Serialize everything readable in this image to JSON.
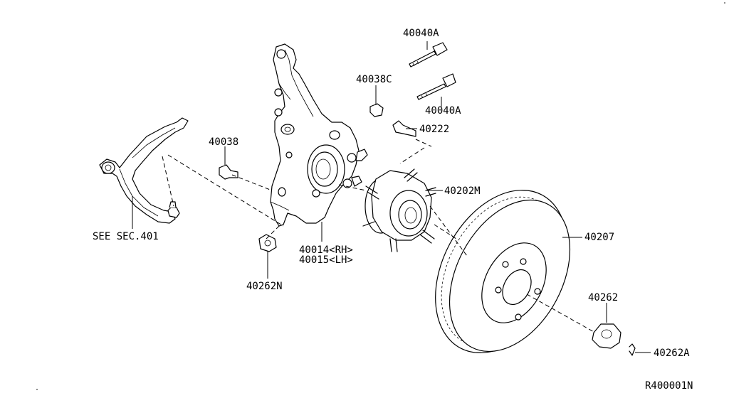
{
  "labels": {
    "p40040A_top": "40040A",
    "p40038C": "40038C",
    "p40040A_mid": "40040A",
    "p40222": "40222",
    "p40038": "40038",
    "p40202M": "40202M",
    "p40207": "40207",
    "see_sec": "SEE SEC.401",
    "p40014": "40014<RH>",
    "p40015": "40015<LH>",
    "p40262N": "40262N",
    "p40262": "40262",
    "p40262A": "40262A",
    "ref_code": "R400001N"
  }
}
